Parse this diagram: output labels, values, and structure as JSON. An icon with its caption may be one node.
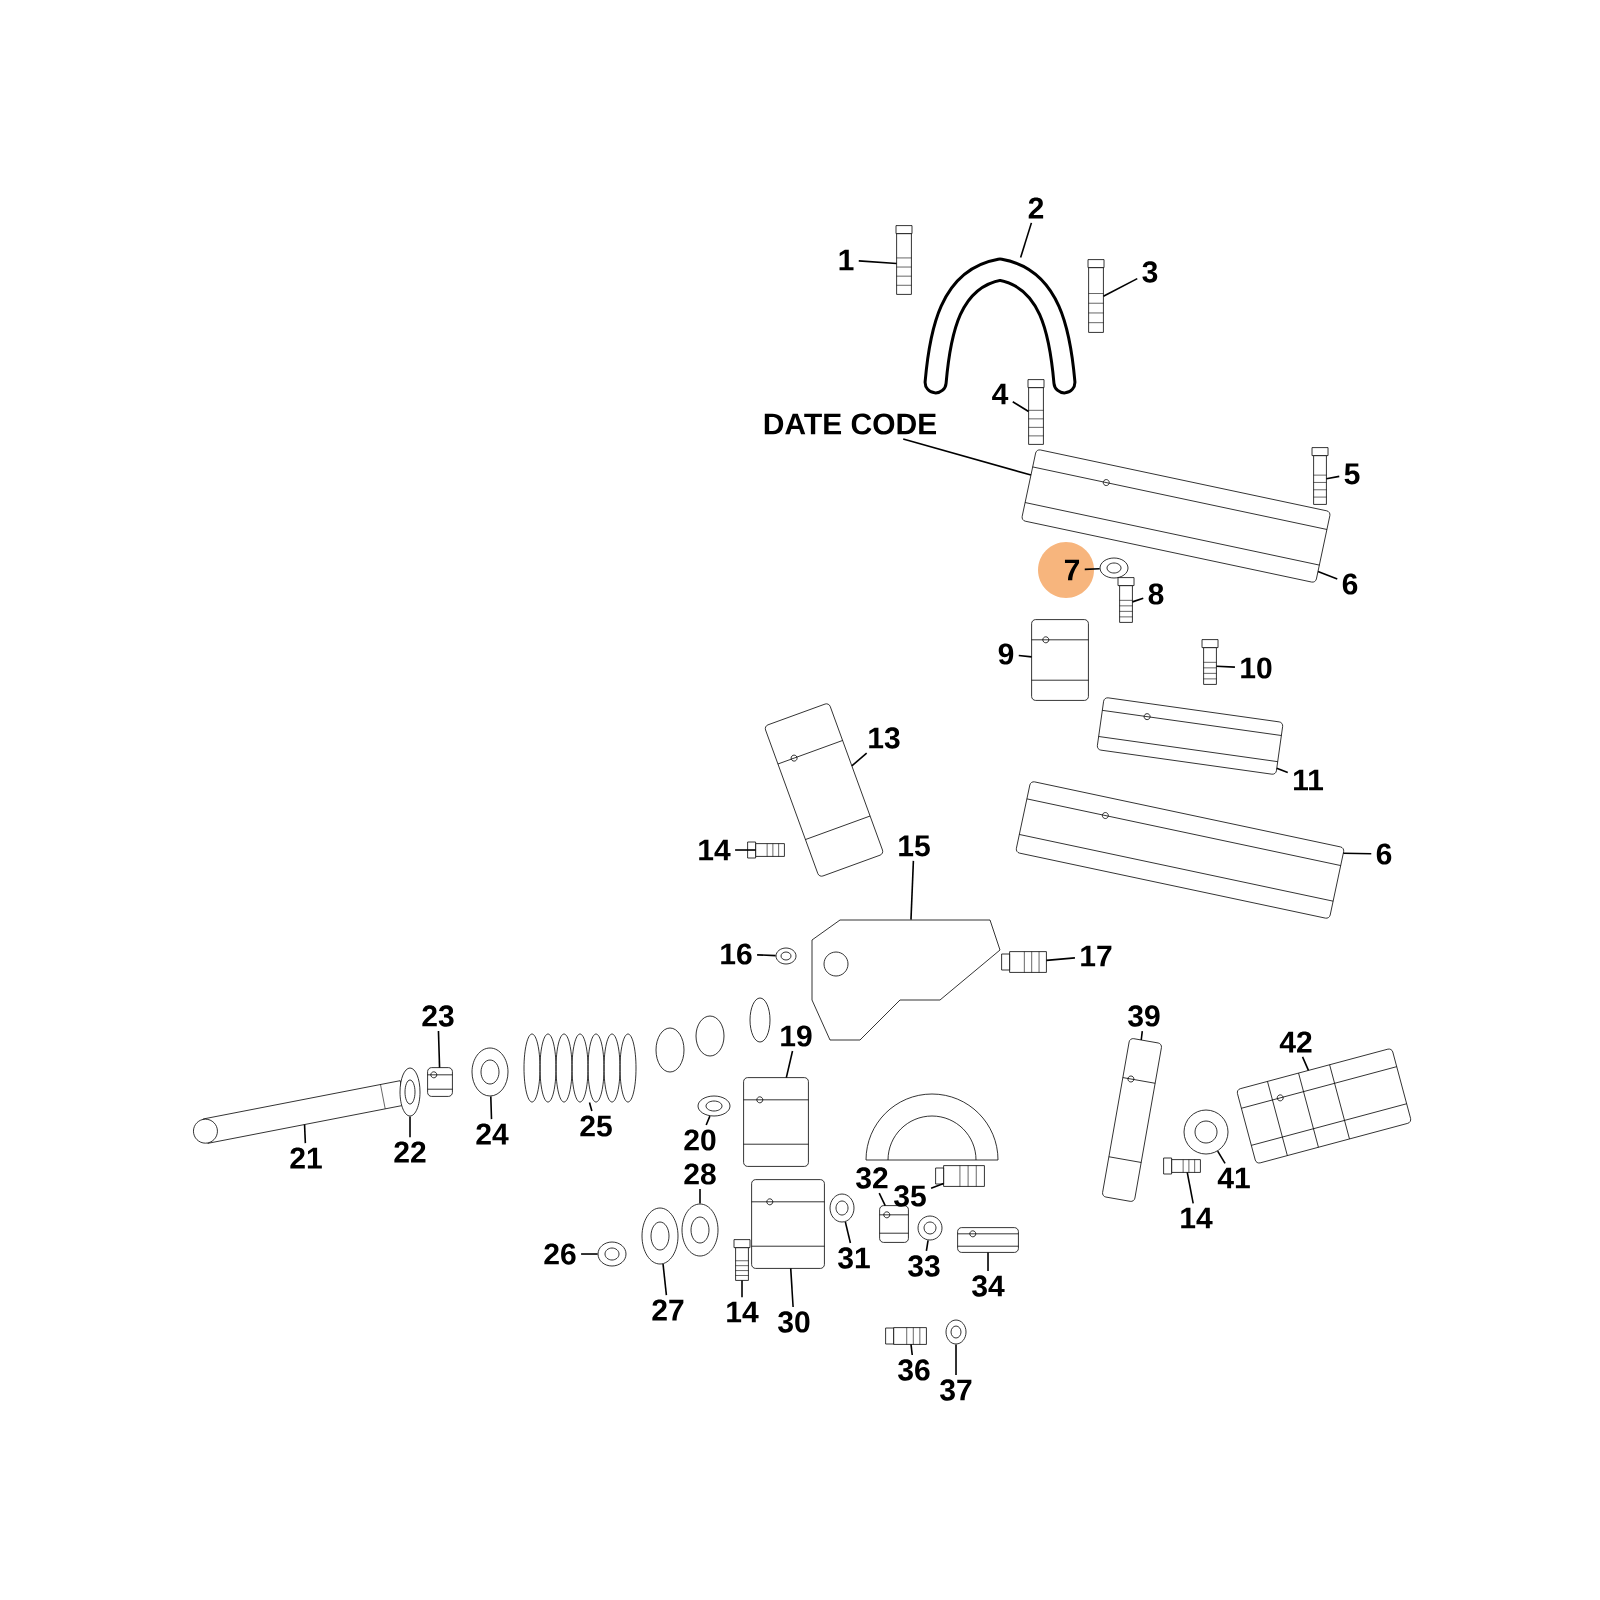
{
  "diagram": {
    "nodes": [
      {
        "text": [
          "1"
        ]
      },
      {
        "text": [],
        "shape": "picture"
      },
      {
        "text": [
          "2"
        ]
      },
      {
        "text": [],
        "shape": "picture"
      },
      {
        "text": [
          "3"
        ]
      },
      {
        "text": [],
        "shape": "picture"
      },
      {
        "text": [
          "4"
        ]
      },
      {
        "text": [],
        "shape": "picture"
      },
      {
        "text": [
          "DATE CODE"
        ]
      },
      {
        "text": [
          "5"
        ]
      },
      {
        "text": [],
        "shape": "picture"
      },
      {
        "text": [],
        "shape": "picture"
      },
      {
        "text": [
          "6"
        ]
      },
      {
        "text": [
          "7"
        ]
      },
      {
        "text": [],
        "shape": "picture"
      },
      {
        "text": [
          "8"
        ]
      },
      {
        "text": [],
        "shape": "picture"
      },
      {
        "text": [
          "9"
        ]
      },
      {
        "text": [],
        "shape": "picture"
      },
      {
        "text": [
          "10"
        ]
      },
      {
        "text": [],
        "shape": "picture"
      },
      {
        "text": [],
        "shape": "picture"
      },
      {
        "text": [
          "11"
        ]
      },
      {
        "text": [
          "13"
        ]
      },
      {
        "text": [],
        "shape": "picture"
      },
      {
        "text": [
          "14"
        ]
      },
      {
        "text": [],
        "shape": "picture"
      },
      {
        "text": [],
        "shape": "picture"
      },
      {
        "text": [
          "6"
        ]
      },
      {
        "text": [
          "15"
        ]
      },
      {
        "text": [],
        "shape": "picture"
      },
      {
        "text": [
          "16"
        ]
      },
      {
        "text": [],
        "shape": "picture"
      },
      {
        "text": [
          "17"
        ]
      },
      {
        "text": [],
        "shape": "picture"
      },
      {
        "text": [
          "23"
        ]
      },
      {
        "text": [],
        "shape": "picture"
      },
      {
        "text": [
          "39"
        ]
      },
      {
        "text": [],
        "shape": "picture"
      },
      {
        "text": [
          "42"
        ]
      },
      {
        "text": [],
        "shape": "picture"
      },
      {
        "text": [
          "19"
        ]
      },
      {
        "text": [],
        "shape": "picture"
      },
      {
        "text": [],
        "shape": "picture"
      },
      {
        "text": [
          "21"
        ]
      },
      {
        "text": [],
        "shape": "picture"
      },
      {
        "text": [
          "22"
        ]
      },
      {
        "text": [],
        "shape": "picture"
      },
      {
        "text": [
          "24"
        ]
      },
      {
        "text": [],
        "shape": "picture"
      },
      {
        "text": [
          "25"
        ]
      },
      {
        "text": [],
        "shape": "picture"
      },
      {
        "text": [
          "20"
        ]
      },
      {
        "text": [
          "28"
        ]
      },
      {
        "text": [],
        "shape": "picture"
      },
      {
        "text": [
          "32"
        ]
      },
      {
        "text": [],
        "shape": "picture"
      },
      {
        "text": [
          "35"
        ]
      },
      {
        "text": [],
        "shape": "picture"
      },
      {
        "text": [],
        "shape": "picture"
      },
      {
        "text": [
          "41"
        ]
      },
      {
        "text": [],
        "shape": "picture"
      },
      {
        "text": [
          "14"
        ]
      },
      {
        "text": [
          "26"
        ]
      },
      {
        "text": [],
        "shape": "picture"
      },
      {
        "text": [],
        "shape": "picture"
      },
      {
        "text": [
          "27"
        ]
      },
      {
        "text": [],
        "shape": "picture"
      },
      {
        "text": [
          "14"
        ]
      },
      {
        "text": [],
        "shape": "picture"
      },
      {
        "text": [
          "30"
        ]
      },
      {
        "text": [],
        "shape": "picture"
      },
      {
        "text": [
          "31"
        ]
      },
      {
        "text": [],
        "shape": "picture"
      },
      {
        "text": [
          "33"
        ]
      },
      {
        "text": [],
        "shape": "picture"
      },
      {
        "text": [
          "34"
        ]
      },
      {
        "text": [],
        "shape": "picture"
      },
      {
        "text": [
          "36"
        ]
      },
      {
        "text": [],
        "shape": "picture"
      },
      {
        "text": [
          "37"
        ]
      }
    ],
    "edges": [
      {
        "from": 0,
        "to": 1,
        "arrow": "none"
      },
      {
        "from": 2,
        "to": 3,
        "arrow": "none"
      },
      {
        "from": 4,
        "to": 5,
        "arrow": "none"
      },
      {
        "from": 6,
        "to": 7,
        "arrow": "none"
      },
      {
        "from": 8,
        "to": 11,
        "arrow": "none"
      },
      {
        "from": 9,
        "to": 10,
        "arrow": "none"
      },
      {
        "from": 12,
        "to": 11,
        "arrow": "none"
      },
      {
        "from": 13,
        "to": 14,
        "arrow": "none"
      },
      {
        "from": 15,
        "to": 16,
        "arrow": "none"
      },
      {
        "from": 17,
        "to": 18,
        "arrow": "none"
      },
      {
        "from": 19,
        "to": 20,
        "arrow": "none"
      },
      {
        "from": 22,
        "to": 21,
        "arrow": "none"
      },
      {
        "from": 23,
        "to": 24,
        "arrow": "none"
      },
      {
        "from": 25,
        "to": 26,
        "arrow": "none"
      },
      {
        "from": 28,
        "to": 27,
        "arrow": "none"
      },
      {
        "from": 29,
        "to": 30,
        "arrow": "none"
      },
      {
        "from": 31,
        "to": 32,
        "arrow": "none"
      },
      {
        "from": 33,
        "to": 34,
        "arrow": "none"
      },
      {
        "from": 35,
        "to": 36,
        "arrow": "none"
      },
      {
        "from": 37,
        "to": 38,
        "arrow": "none"
      },
      {
        "from": 39,
        "to": 40,
        "arrow": "none"
      },
      {
        "from": 41,
        "to": 42,
        "arrow": "none"
      },
      {
        "from": 44,
        "to": 43,
        "arrow": "none"
      },
      {
        "from": 46,
        "to": 45,
        "arrow": "none"
      },
      {
        "from": 48,
        "to": 47,
        "arrow": "none"
      },
      {
        "from": 50,
        "to": 49,
        "arrow": "none"
      },
      {
        "from": 52,
        "to": 51,
        "arrow": "none"
      },
      {
        "from": 53,
        "to": 54,
        "arrow": "none"
      },
      {
        "from": 55,
        "to": 56,
        "arrow": "none"
      },
      {
        "from": 57,
        "to": 58,
        "arrow": "none"
      },
      {
        "from": 60,
        "to": 59,
        "arrow": "none"
      },
      {
        "from": 62,
        "to": 61,
        "arrow": "none"
      },
      {
        "from": 63,
        "to": 64,
        "arrow": "none"
      },
      {
        "from": 66,
        "to": 65,
        "arrow": "none"
      },
      {
        "from": 68,
        "to": 67,
        "arrow": "none"
      },
      {
        "from": 70,
        "to": 69,
        "arrow": "none"
      },
      {
        "from": 72,
        "to": 71,
        "arrow": "none"
      },
      {
        "from": 74,
        "to": 73,
        "arrow": "none"
      },
      {
        "from": 76,
        "to": 75,
        "arrow": "none"
      },
      {
        "from": 78,
        "to": 77,
        "arrow": "none"
      },
      {
        "from": 80,
        "to": 79,
        "arrow": "none"
      }
    ]
  }
}
